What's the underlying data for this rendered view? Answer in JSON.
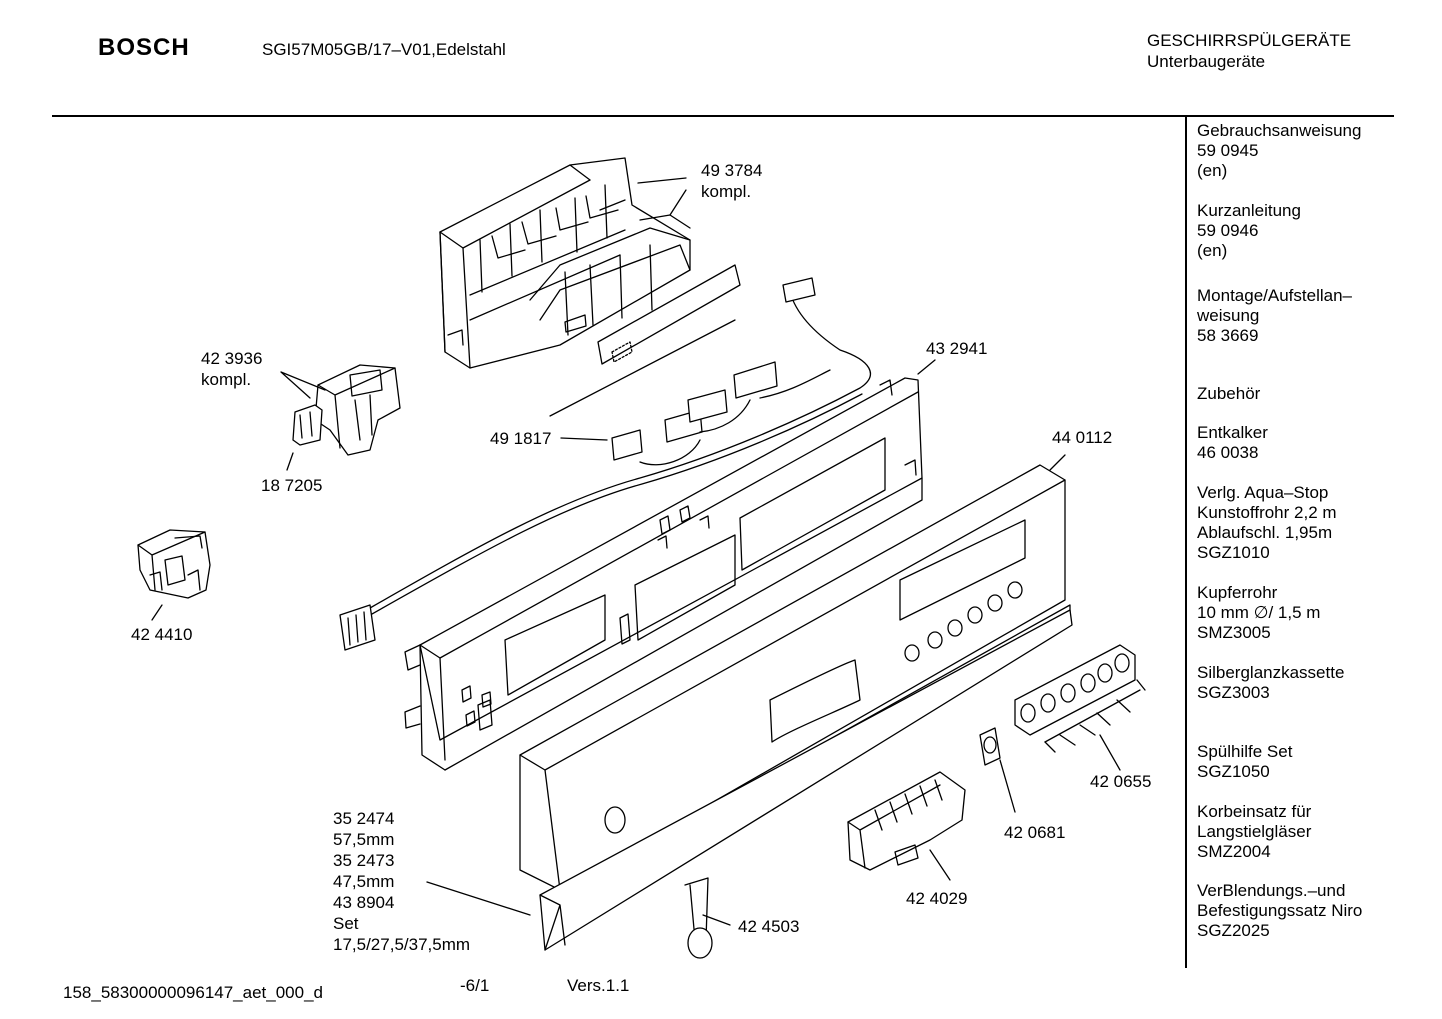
{
  "header": {
    "brand": "BOSCH",
    "model": "SGI57M05GB/17–V01,Edelstahl",
    "category_line1": "GESCHIRRSPÜLGERÄTE",
    "category_line2": "Unterbaugeräte"
  },
  "sidebar": {
    "groups": [
      {
        "lines": [
          "Gebrauchsanweisung",
          "59 0945",
          "(en)"
        ]
      },
      {
        "lines": [
          "Kurzanleitung",
          "59 0946",
          "(en)"
        ]
      },
      {
        "lines": [
          "Montage/Aufstellan–",
          "weisung",
          "58 3669"
        ]
      },
      {
        "lines": [
          "Zubehör"
        ]
      },
      {
        "lines": [
          "Entkalker",
          "46 0038"
        ]
      },
      {
        "lines": [
          "Verlg. Aqua–Stop",
          "Kunstoffrohr 2,2 m",
          "Ablaufschl. 1,95m",
          "SGZ1010"
        ]
      },
      {
        "lines": [
          "Kupferrohr",
          "10 mm ∅/ 1,5 m",
          "SMZ3005"
        ]
      },
      {
        "lines": [
          "Silberglanzkassette",
          "SGZ3003"
        ]
      },
      {
        "lines": [
          "Spülhilfe Set",
          "SGZ1050"
        ]
      },
      {
        "lines": [
          "Korbeinsatz für",
          "Langstielgläser",
          "SMZ2004"
        ]
      },
      {
        "lines": [
          "VerBlendungs.–und",
          "Befestigungssatz Niro",
          "SGZ2025"
        ]
      }
    ]
  },
  "parts": {
    "p493784": [
      "49 3784",
      "kompl."
    ],
    "p423936": [
      "42 3936",
      "kompl."
    ],
    "p187205": "18 7205",
    "p491817": "49 1817",
    "p432941": "43 2941",
    "p440112": "44 0112",
    "p424410": "42 4410",
    "p420655": "42 0655",
    "p420681": "42 0681",
    "p424029": "42 4029",
    "p424503": "42 4503",
    "p352474": [
      "35 2474",
      "57,5mm",
      "35 2473",
      "47,5mm",
      "43 8904",
      "Set",
      "17,5/27,5/37,5mm"
    ]
  },
  "footer": {
    "doc_id": "158_58300000096147_aet_000_d",
    "page": "-6/1",
    "version": "Vers.1.1"
  }
}
